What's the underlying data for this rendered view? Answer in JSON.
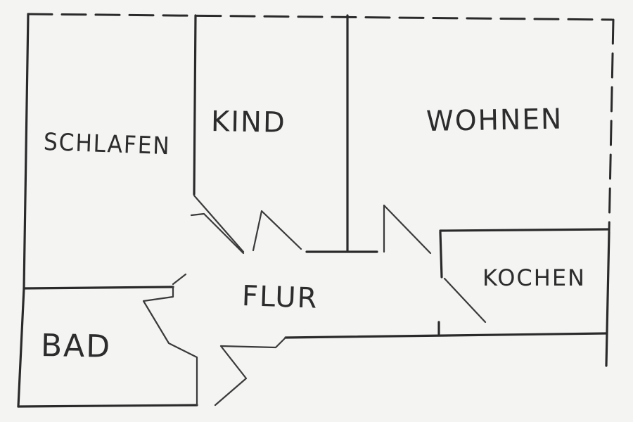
{
  "floorplan": {
    "rooms": {
      "schlafen": "SCHLAFEN",
      "kind": "KIND",
      "wohnen": "WOHNEN",
      "flur": "FLUR",
      "kochen": "KOCHEN",
      "bad": "BAD"
    }
  }
}
